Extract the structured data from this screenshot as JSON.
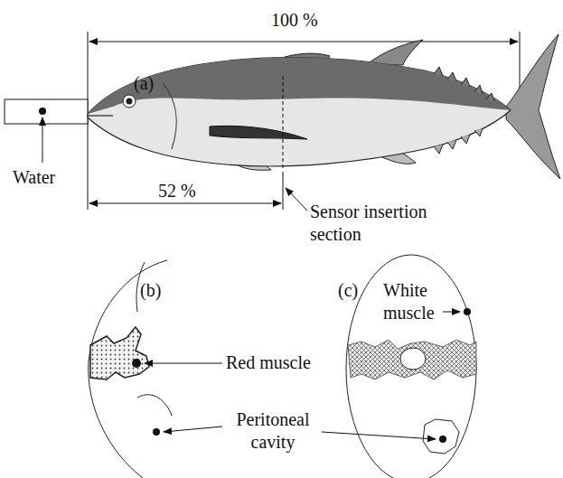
{
  "diagram": {
    "labels": [
      "100 %",
      "(a)",
      "Water",
      "52 %",
      "Sensor insertion section",
      "(b)",
      "White muscle",
      "(c)",
      "Red muscle",
      "Peritoneal cavity"
    ]
  }
}
